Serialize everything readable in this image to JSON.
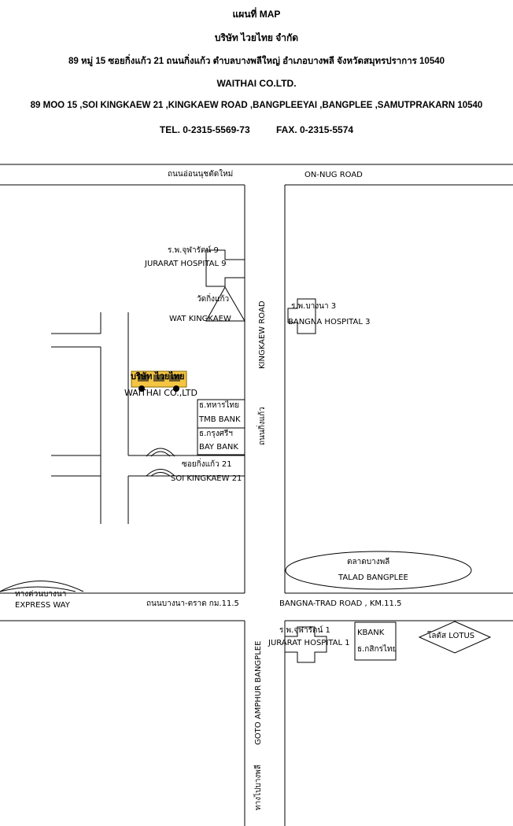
{
  "header": {
    "title": "แผนที่    MAP",
    "company_th": "บริษัท ไวยไทย จำกัด",
    "address_th": "89 หมู่ 15 ซอยกิ่งแก้ว 21 ถนนกิ่งแก้ว ตำบลบางพลีใหญ่ อำเภอบางพลี จังหวัดสมุทรปราการ 10540",
    "company_en": "WAITHAI CO.LTD.",
    "address_en": "89 MOO 15  ,SOI KINGKAEW 21  ,KINGKAEW ROAD  ,BANGPLEEYAI  ,BANGPLEE  ,SAMUTPRAKARN  10540",
    "contact": "TEL. 0-2315-5569-73          FAX. 0-2315-5574"
  },
  "roads": {
    "onnut_th": "ถนนอ่อนนุชตัดใหม่",
    "onnut_en": "ON-NUG ROAD",
    "kingkaew_en": "KINGKAEW  ROAD",
    "kingkaew_th": "ถนนกิ่งแก้ว",
    "soi_th": "ซอยกิ่งแก้ว 21",
    "soi_en": "SOI KINGKAEW  21",
    "bangna_th": "ถนนบางนา-ตราด กม.11.5",
    "bangna_en": "BANGNA-TRAD  ROAD , KM.11.5",
    "expressway_th": "ทางด่วนบางนา",
    "expressway_en": "EXPRESS  WAY",
    "amphur_th": "ทางไปบางพลี",
    "amphur_en": "GOTO AMPHUR BANGPLEE"
  },
  "landmarks": {
    "jurarat9_th": "ร.พ.จุฬารัตน์ 9",
    "jurarat9_en": "JURARAT  HOSPITAL  9",
    "wat_th": "วัดกิ่งแก้ว",
    "wat_en": "WAT  KINGKAEW",
    "bangna3_th": "ร.พ.บางนา 3",
    "bangna3_en": "BANGNA  HOSPITAL  3",
    "company_th": "บริษัท ไวยไทย",
    "company_en": "WAITHAI CO.,LTD",
    "tmb_th": "ธ.ทหารไทย",
    "tmb_en": "TMB BANK",
    "bay_th": "ธ.กรุงศรีฯ",
    "bay_en": "BAY  BANK",
    "talad_th": "ตลาดบางพลี",
    "talad_en": "TALAD  BANGPLEE",
    "jurarat1_th": "ร.พ.จุฬารัตน์ 1",
    "jurarat1_en": "JURARAT  HOSPITAL  1",
    "kbank_en": "KBANK",
    "kbank_th": "ธ.กสิกรไทย",
    "lotus": "โลตัส  LOTUS"
  }
}
